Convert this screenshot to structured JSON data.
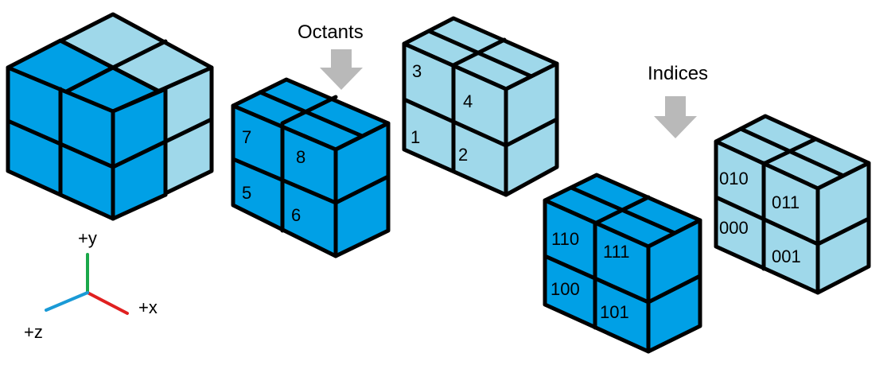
{
  "titles": {
    "octants": "Octants",
    "indices": "Indices"
  },
  "axes": {
    "y": "+y",
    "x": "+x",
    "z": "+z",
    "colors": {
      "y": "#1aa84a",
      "x": "#e02020",
      "z": "#1a9ad6"
    }
  },
  "colors": {
    "dark_face": "#00a0e6",
    "light_face": "#9fd8ea",
    "arrow": "#b9b9b9"
  },
  "octants": {
    "back": [
      "3",
      "4",
      "1",
      "2"
    ],
    "front": [
      "7",
      "8",
      "5",
      "6"
    ]
  },
  "indices": {
    "back": [
      "010",
      "011",
      "000",
      "001"
    ],
    "front": [
      "110",
      "111",
      "100",
      "101"
    ]
  }
}
